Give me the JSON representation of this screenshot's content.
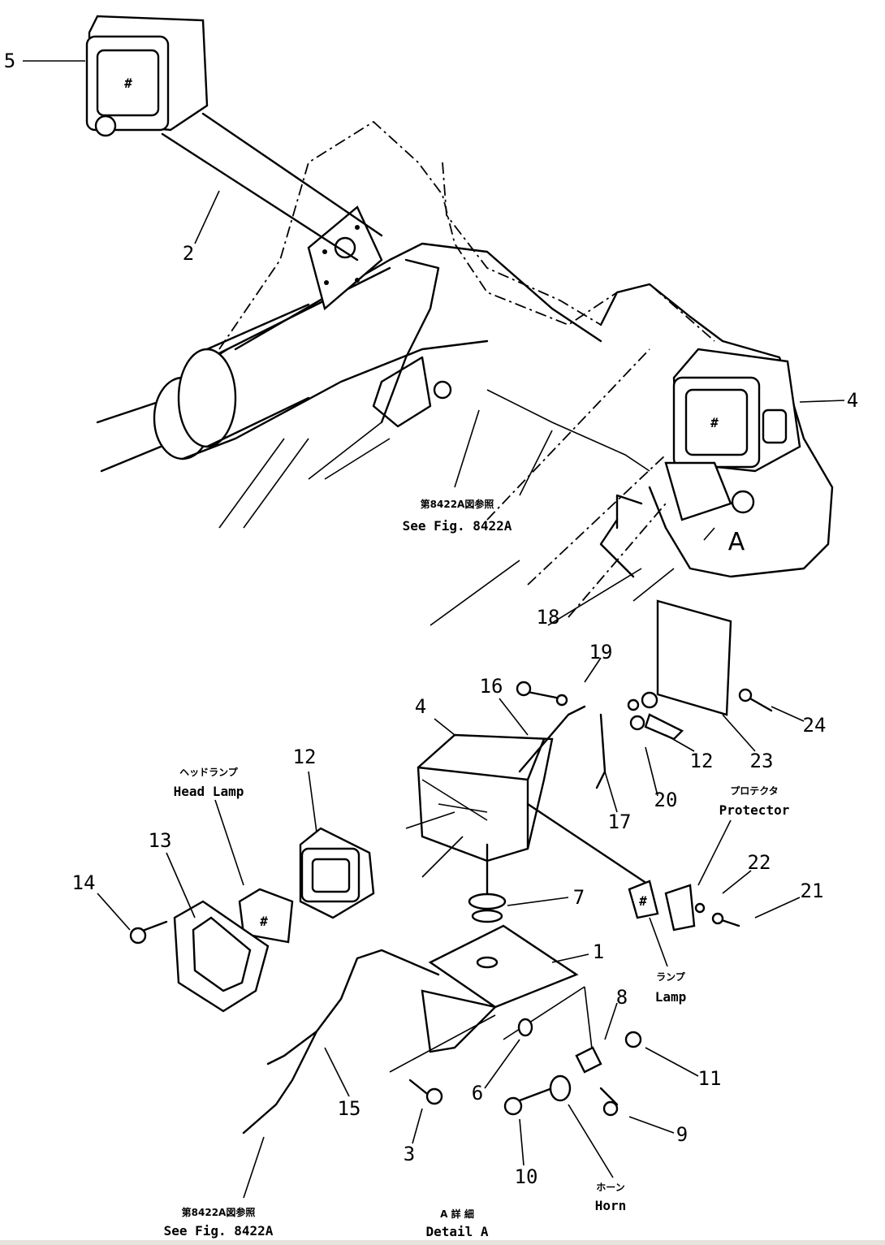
{
  "diagram": {
    "title_detail": {
      "jp": "A 詳 細",
      "en": "Detail A"
    },
    "detail_marker": "A",
    "references": [
      {
        "jp": "第8422A図参照",
        "en": "See Fig. 8422A"
      },
      {
        "jp": "第8422A図参照",
        "en": "See Fig. 8422A"
      }
    ],
    "callouts": {
      "head_lamp": {
        "jp": "ヘッドランプ",
        "en": "Head Lamp"
      },
      "protector": {
        "jp": "プロテクタ",
        "en": "Protector"
      },
      "lamp": {
        "jp": "ランプ",
        "en": "Lamp"
      },
      "horn": {
        "jp": "ホーン",
        "en": "Horn"
      }
    },
    "part_numbers": [
      "5",
      "2",
      "4",
      "18",
      "19",
      "16",
      "4",
      "12",
      "23",
      "24",
      "20",
      "17",
      "12",
      "13",
      "14",
      "7",
      "1",
      "22",
      "21",
      "8",
      "11",
      "6",
      "15",
      "3",
      "9",
      "10"
    ]
  }
}
